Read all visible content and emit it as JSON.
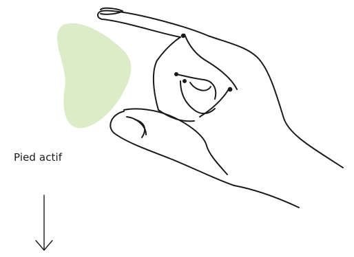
{
  "caption": "Pied actif",
  "colors": {
    "blob": "#dcebc8",
    "ink": "#1a1a1a",
    "background": "#ffffff"
  },
  "icons": {
    "hand": "hand-pinch-drawing",
    "arrow": "arrow-down-icon",
    "blob": "green-blob-shape"
  }
}
